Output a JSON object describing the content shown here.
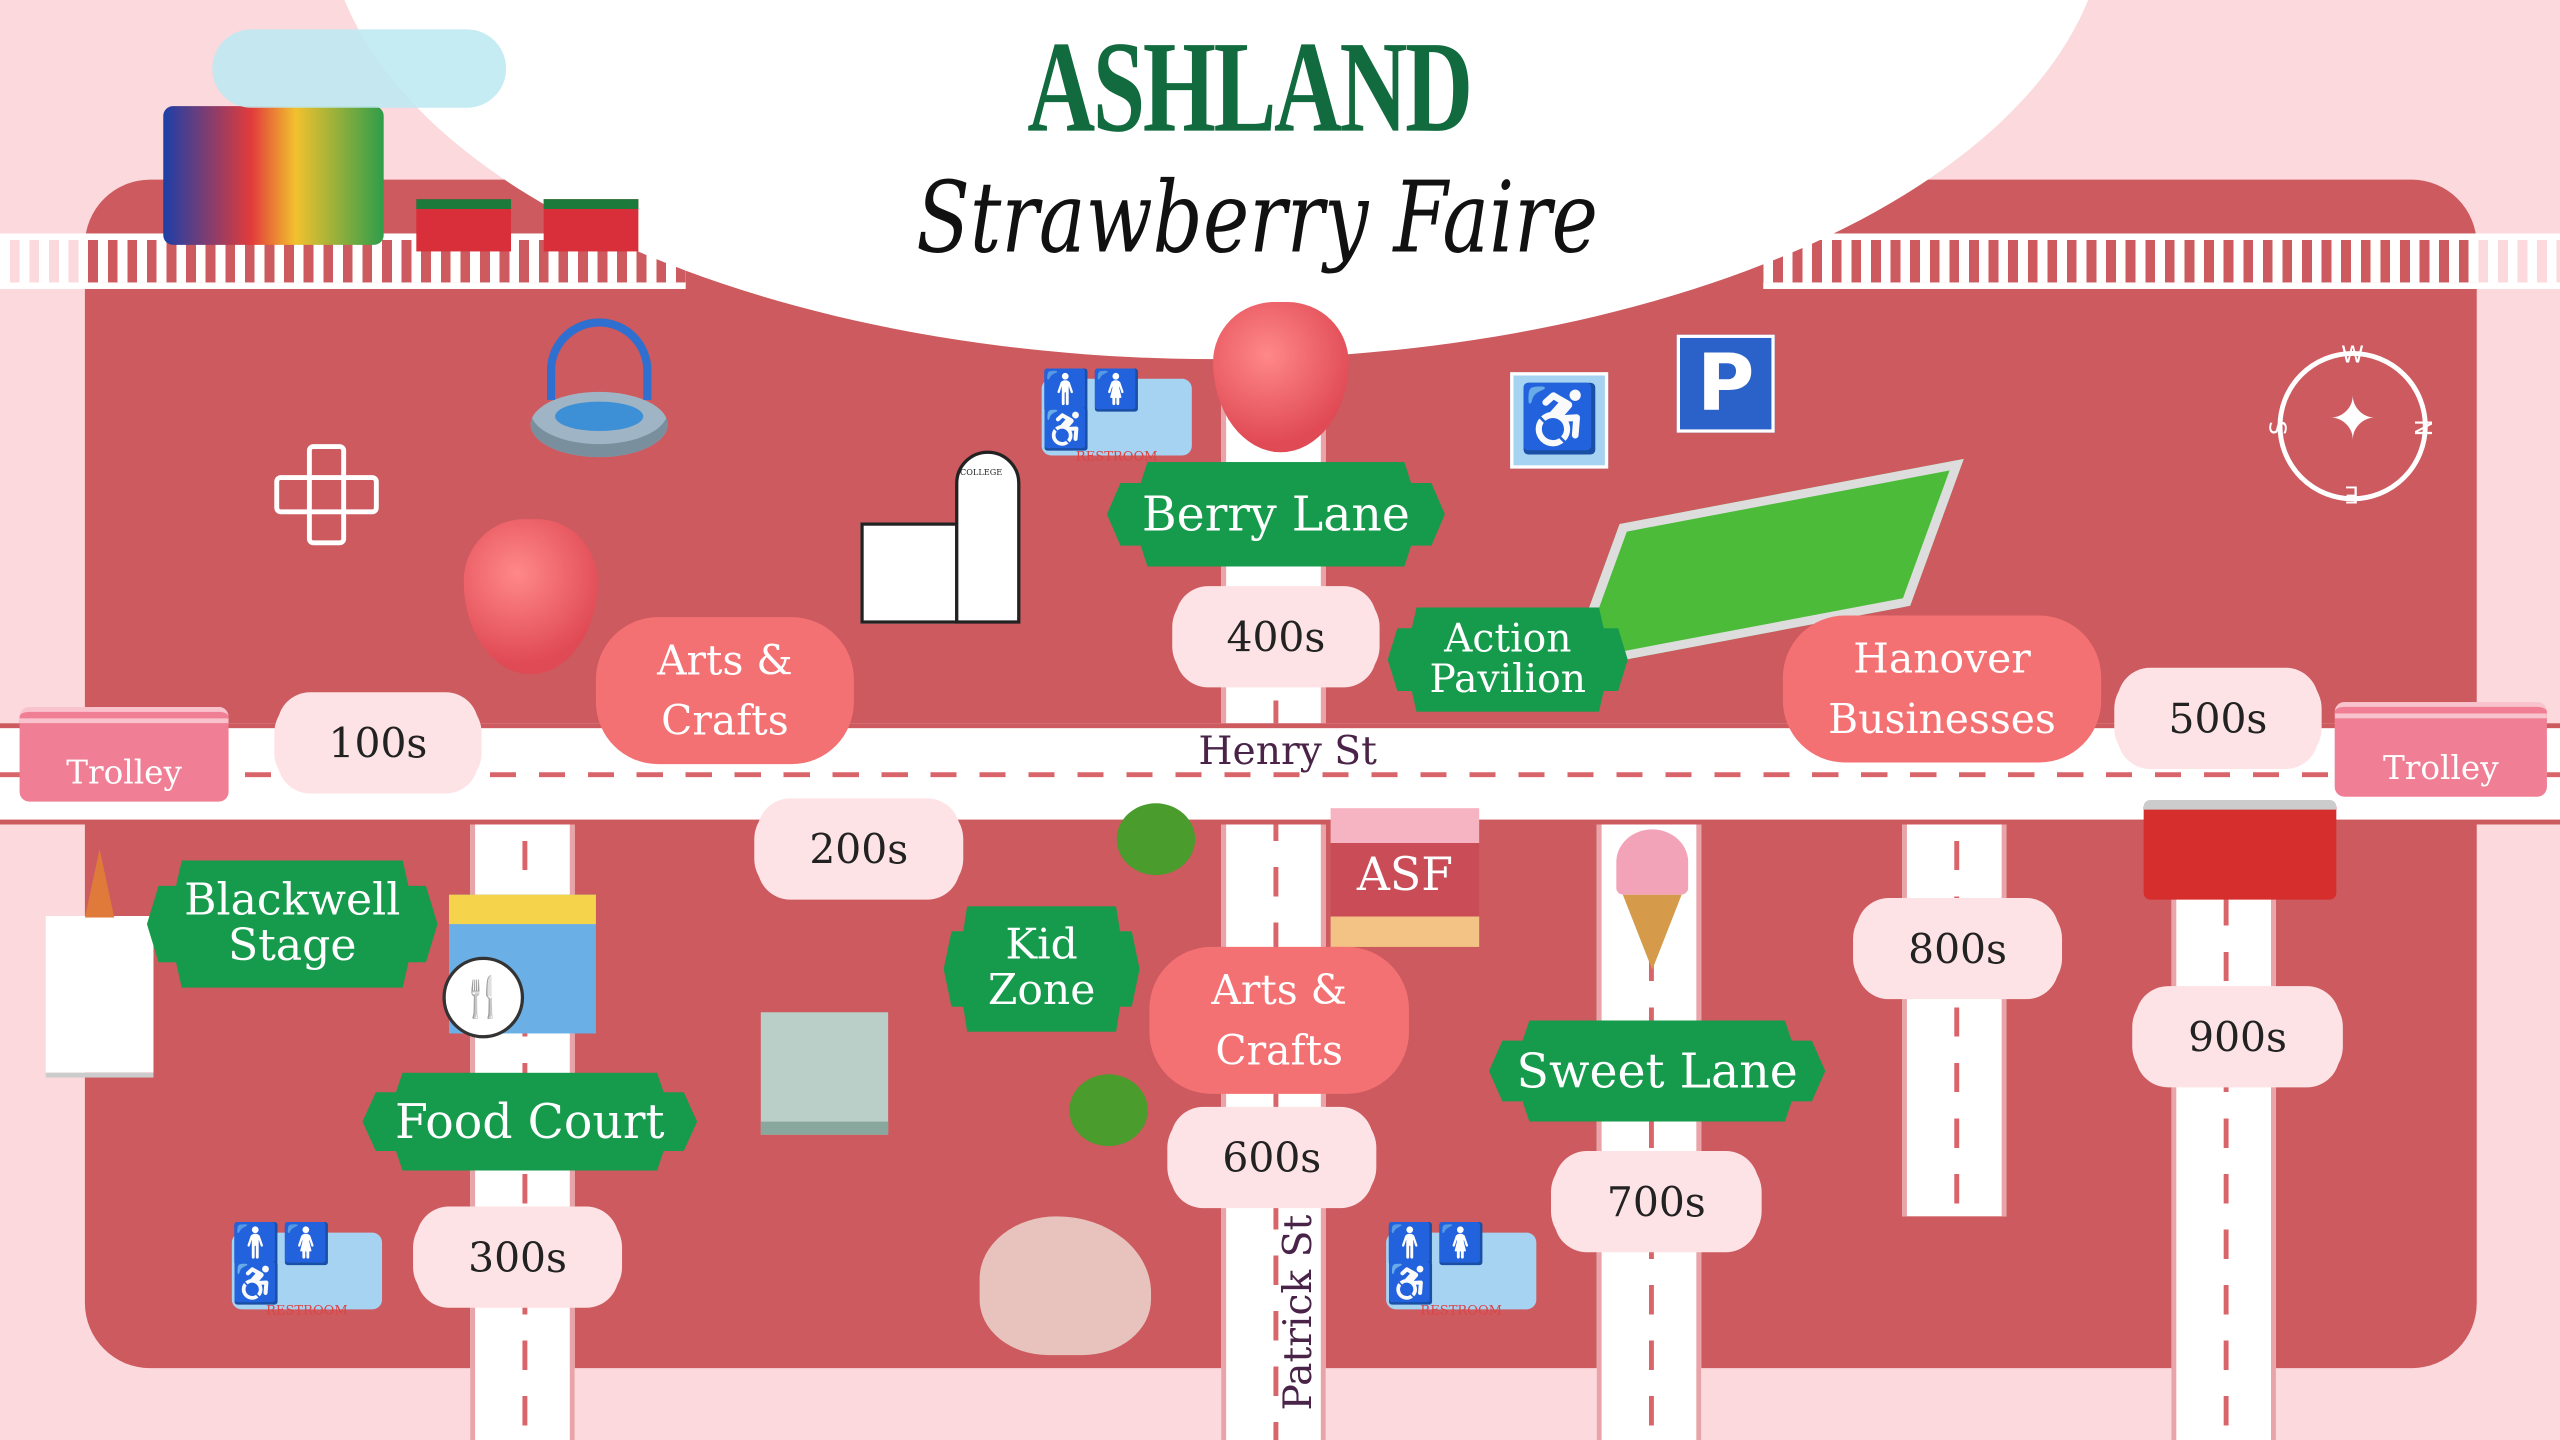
{
  "title": {
    "line1": "ASHLAND",
    "line2": "Strawberry Faire"
  },
  "streets": {
    "horizontal": "Henry St",
    "vertical": "Patrick St"
  },
  "venues": {
    "berry_lane": "Berry Lane",
    "action_pavilion": "Action Pavilion",
    "blackwell_stage": "Blackwell Stage",
    "kid_zone": "Kid Zone",
    "food_court": "Food Court",
    "sweet_lane": "Sweet Lane",
    "arts_crafts_north": "Arts & Crafts",
    "arts_crafts_south": "Arts & Crafts",
    "hanover": "Hanover Businesses",
    "asf_booth": "ASF"
  },
  "blocks": [
    "100s",
    "200s",
    "300s",
    "400s",
    "500s",
    "600s",
    "700s",
    "800s",
    "900s"
  ],
  "trolley": {
    "left": "Trolley",
    "right": "Trolley"
  },
  "restroom_label": "RESTROOM",
  "college_label": "COLLEGE",
  "parking_label": "P",
  "compass": {
    "n": "N",
    "s": "S",
    "e": "E",
    "w": "W"
  },
  "icons": [
    "train-icon",
    "fountain-icon",
    "first-aid-cross-icon",
    "strawberry-icon",
    "college-icon",
    "restroom-icon",
    "accessible-parking-icon",
    "parking-icon",
    "soccer-field-icon",
    "compass-icon",
    "church-icon",
    "food-stall-icon",
    "castle-icon",
    "tree-icon",
    "horse-icon",
    "ice-cream-icon",
    "fire-truck-icon",
    "grass-icon"
  ],
  "colors": {
    "map": "#cc5a5e",
    "background": "#fbd9dc",
    "green_banner": "#169b4c",
    "coral_pill": "#f47173",
    "tag": "#fde3e6",
    "title_green": "#126b3e"
  }
}
